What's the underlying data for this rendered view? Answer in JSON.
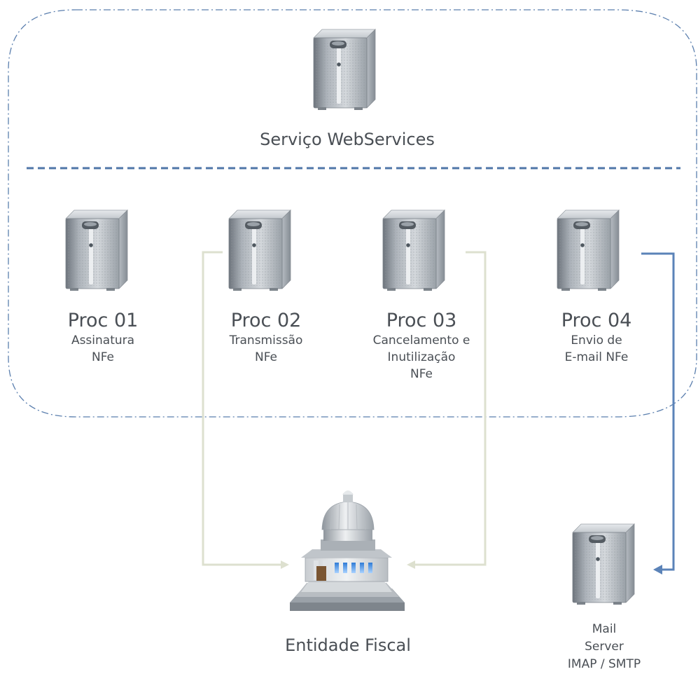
{
  "service": {
    "label": "Serviço WebServices",
    "icon": "server-tower-icon"
  },
  "processes": [
    {
      "name": "Proc 01",
      "desc": [
        "Assinatura",
        "NFe"
      ]
    },
    {
      "name": "Proc 02",
      "desc": [
        "Transmissão",
        "NFe"
      ]
    },
    {
      "name": "Proc 03",
      "desc": [
        "Cancelamento e",
        "Inutilização",
        "NFe"
      ]
    },
    {
      "name": "Proc 04",
      "desc": [
        "Envio de",
        "E-mail NFe"
      ]
    }
  ],
  "fiscal": {
    "label": "Entidade Fiscal",
    "icon": "government-building-icon"
  },
  "mail_server": {
    "lines": [
      "Mail",
      "Server",
      "IMAP / SMTP"
    ],
    "icon": "server-tower-icon"
  },
  "colors": {
    "boundary": "#5b7fae",
    "divider": "#4f76a8",
    "fiscal_connector": "#dde0cf",
    "mail_connector": "#5b83b8",
    "text": "#4a4f55"
  }
}
